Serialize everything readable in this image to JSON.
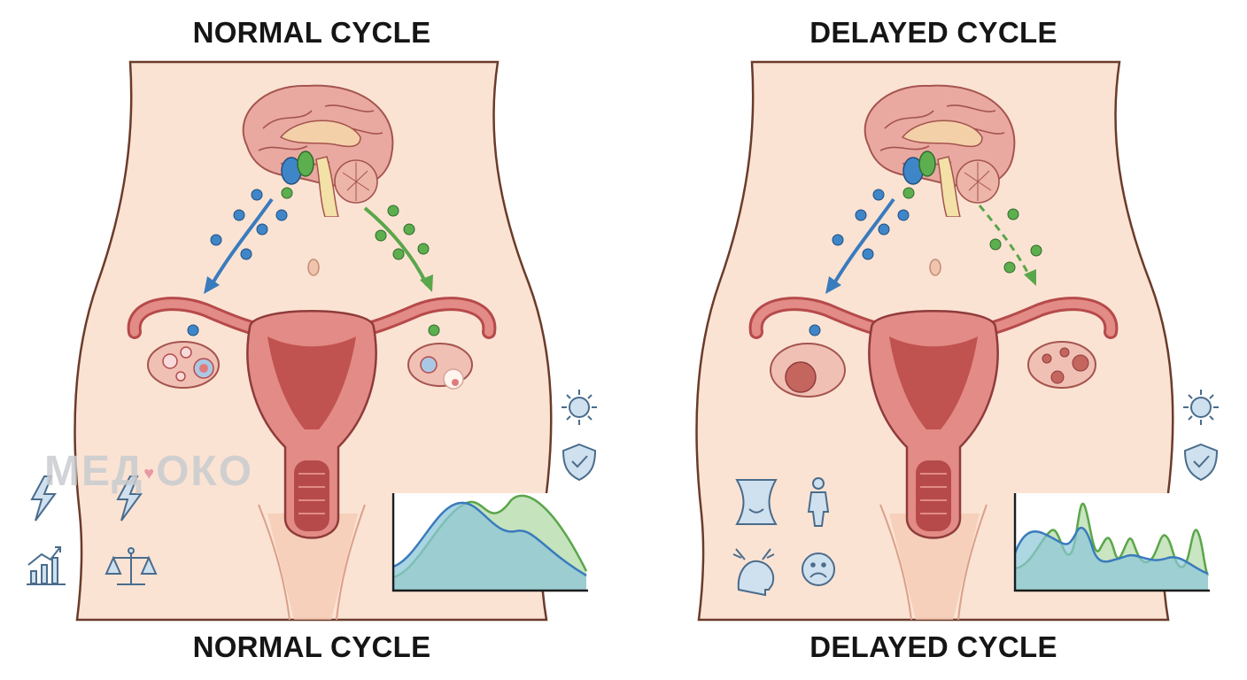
{
  "panels": {
    "left": {
      "title_top": "NORMAL CYCLE",
      "title_bottom": "NORMAL CYCLE"
    },
    "right": {
      "title_top": "DELAYED CYCLE",
      "title_bottom": "DELAYED CYCLE"
    }
  },
  "watermark": {
    "text_a": "МЕД",
    "text_b": "ОКО"
  },
  "colors": {
    "skin": "#fbe3d4",
    "skin_outline": "#6b3b2a",
    "brain": "#e9a9a0",
    "uterus": "#e38b86",
    "uterus_dark": "#b64a4a",
    "blue_hormone": "#3f86c9",
    "green_hormone": "#5dae4f",
    "icon_stroke": "#4a6c8c"
  },
  "icons": {
    "left": [
      "lightning-icon",
      "lightning-icon",
      "growth-chart-icon",
      "balance-scale-icon"
    ],
    "right": [
      "sun-icon",
      "shield-check-icon",
      "belly-icon",
      "person-icon",
      "headache-icon",
      "sad-face-icon"
    ]
  }
}
